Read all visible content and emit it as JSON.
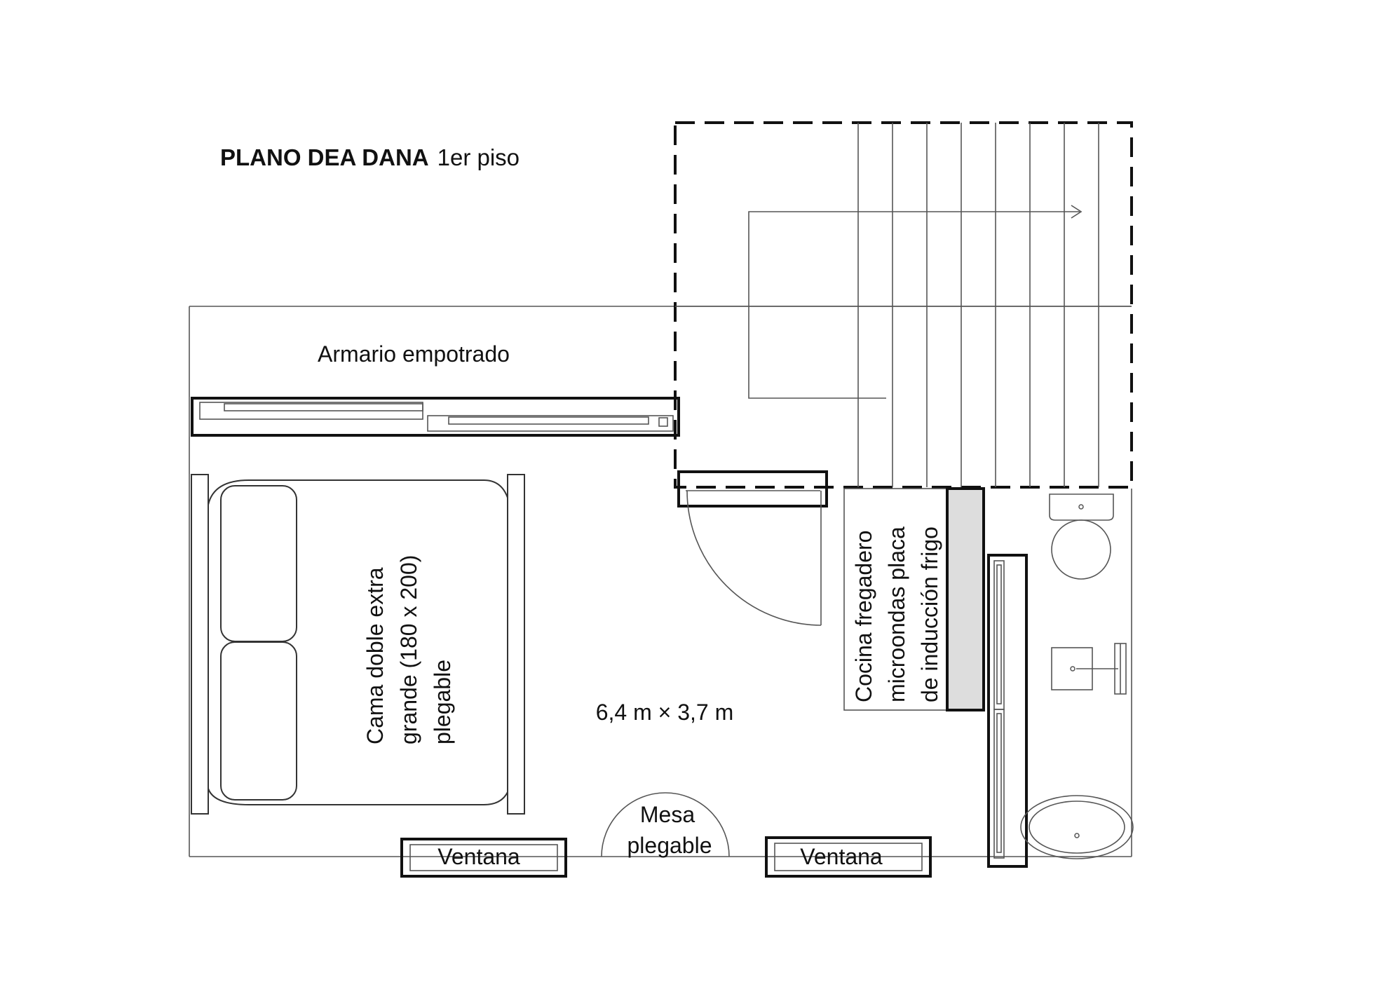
{
  "title": {
    "bold": "PLANO DEA DANA",
    "regular": "1er piso"
  },
  "labels": {
    "wardrobe": "Armario empotrado",
    "bed_line1": "Cama  doble extra",
    "bed_line2": "grande (180 x 200)",
    "bed_line3": "plegable",
    "dimensions": "6,4 m × 3,7 m",
    "kitchen_line1": "Cocina fregadero",
    "kitchen_line2": "microondas placa",
    "kitchen_line3": "de inducción frigo",
    "table_line1": "Mesa",
    "table_line2": "plegable",
    "window_left": "Ventana",
    "window_right": "Ventana"
  },
  "colors": {
    "line": "#111111",
    "thin_line": "#555555",
    "counter_fill": "#dddddd"
  }
}
